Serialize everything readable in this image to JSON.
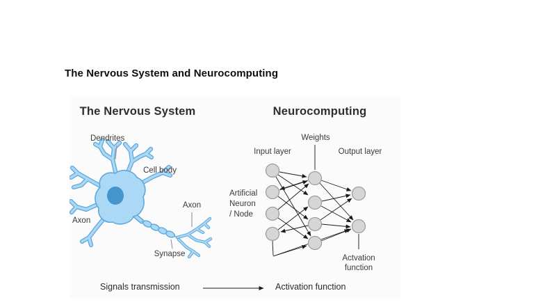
{
  "slide": {
    "title": "The Nervous System and Neurocomputing"
  },
  "figure": {
    "headings": {
      "left": "The Nervous System",
      "right": "Neurocomputing"
    },
    "neuron": {
      "labels": {
        "dendrites": "Dendrites",
        "cell_body": "Cell body",
        "axon_left": "Axon",
        "axon_right": "Axon",
        "synapse": "Synapse"
      },
      "colors": {
        "body_fill": "#ABD8F5",
        "outline": "#5FA8DC",
        "nucleus": "#4495CD"
      }
    },
    "network": {
      "labels": {
        "weights": "Weights",
        "input_layer": "Input layer",
        "output_layer": "Output layer",
        "artificial_neuron": [
          "Artificial",
          "Neuron",
          "/ Node"
        ],
        "activation": [
          "Actvation",
          "function"
        ]
      },
      "layers": {
        "input_nodes": 4,
        "hidden_nodes": 4,
        "output_nodes": 2
      },
      "colors": {
        "node_fill": "#D6D6D6",
        "node_border": "#9E9E9E",
        "arrow": "#1a1a1a"
      }
    },
    "caption": {
      "left": "Signals transmission",
      "right": "Activation function"
    }
  }
}
